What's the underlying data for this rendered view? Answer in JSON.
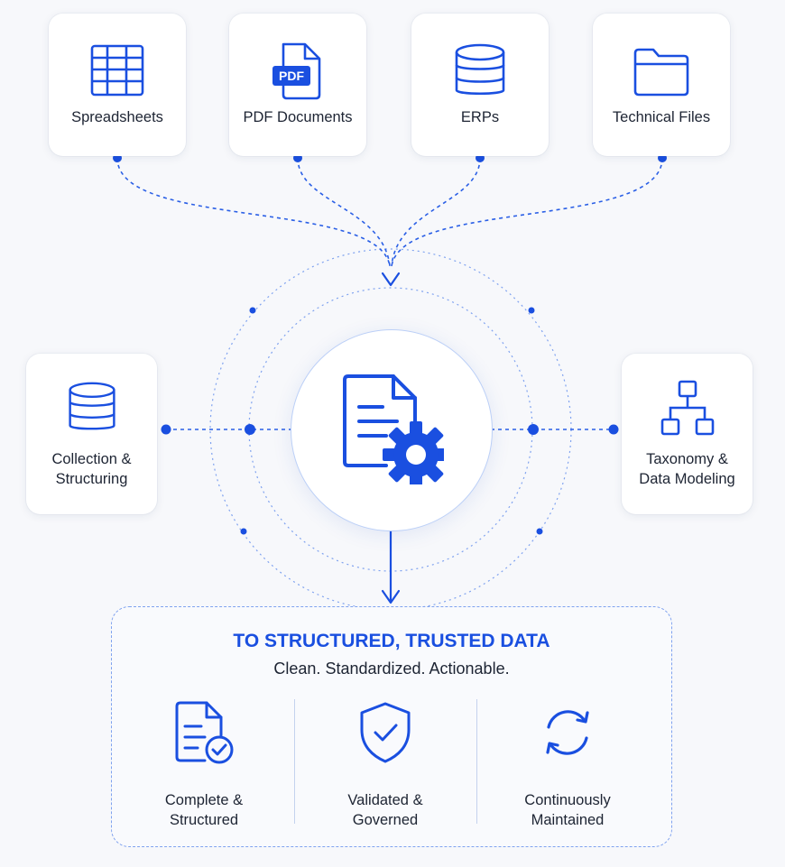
{
  "colors": {
    "accent": "#1a4fe0",
    "line": "#2a5fe6",
    "ring": "#7fa2ef"
  },
  "sources": [
    {
      "label": "Spreadsheets",
      "icon": "spreadsheet-icon"
    },
    {
      "label": "PDF Documents",
      "icon": "pdf-document-icon",
      "badge": "PDF"
    },
    {
      "label": "ERPs",
      "icon": "database-icon"
    },
    {
      "label": "Technical Files",
      "icon": "folder-icon"
    }
  ],
  "side_nodes": {
    "left": {
      "label": "Collection &\nStructuring",
      "icon": "database-icon"
    },
    "right": {
      "label": "Taxonomy &\nData Modeling",
      "icon": "hierarchy-icon"
    }
  },
  "hub": {
    "icon": "document-gear-icon"
  },
  "result": {
    "title": "TO STRUCTURED, TRUSTED DATA",
    "subtitle": "Clean. Standardized. Actionable.",
    "features": [
      {
        "label": "Complete &\nStructured",
        "icon": "document-check-icon"
      },
      {
        "label": "Validated &\nGoverned",
        "icon": "shield-check-icon"
      },
      {
        "label": "Continuously\nMaintained",
        "icon": "refresh-icon"
      }
    ]
  }
}
